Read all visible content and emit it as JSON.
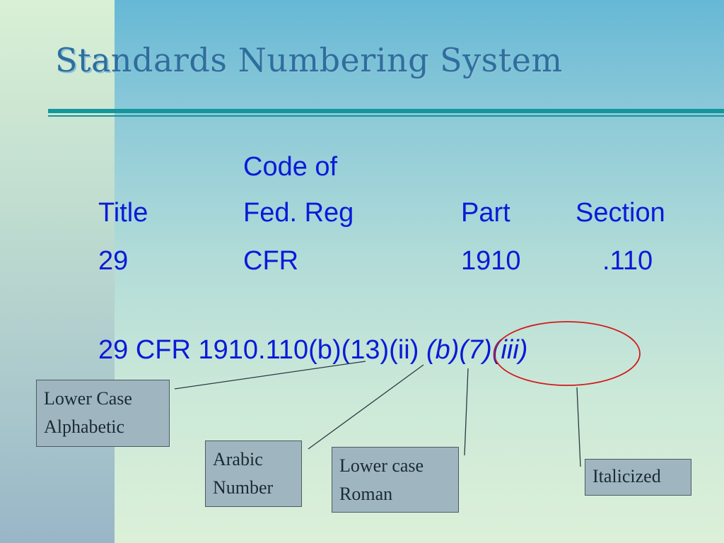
{
  "slide": {
    "title": "Standards Numbering System",
    "table": {
      "header_row1": {
        "fedreg": "Code of"
      },
      "header_row2": {
        "title": "Title",
        "fedreg": "Fed. Reg",
        "part": "Part",
        "section": "Section"
      },
      "value_row": {
        "title": "29",
        "fedreg": "CFR",
        "part": "1910",
        "section": ".110"
      }
    },
    "citation": {
      "main": "29 CFR 1910.110(b)(13)(ii)",
      "italic": "(b)(7)(iii)"
    },
    "callouts": {
      "lower_case_alphabetic": {
        "line1": "Lower Case",
        "line2": "Alphabetic"
      },
      "arabic_number": {
        "line1": "Arabic",
        "line2": "Number"
      },
      "lower_case_roman": {
        "line1": "Lower case",
        "line2": "Roman"
      },
      "italicized": {
        "line1": "Italicized"
      }
    },
    "colors": {
      "body_text": "#0a1ad8",
      "title_text": "#2c6f9e",
      "rule": "#13969c",
      "highlight_ellipse": "#d11a1a",
      "callout_fill": "#9fb6c0"
    }
  }
}
